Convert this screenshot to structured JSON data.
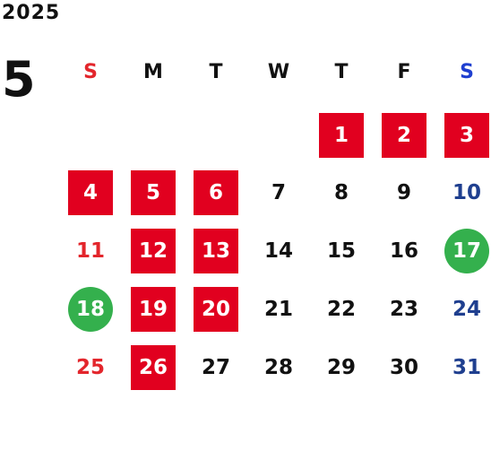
{
  "calendar": {
    "year": "2025",
    "month": "5",
    "weekdays": [
      "S",
      "M",
      "T",
      "W",
      "T",
      "F",
      "S"
    ],
    "weekday_colors": [
      "#e3262c",
      "#111111",
      "#111111",
      "#111111",
      "#111111",
      "#111111",
      "#1f3fd0"
    ],
    "weeks": [
      [
        null,
        null,
        null,
        null,
        {
          "day": "1",
          "style": "holiday"
        },
        {
          "day": "2",
          "style": "holiday"
        },
        {
          "day": "3",
          "style": "holiday"
        }
      ],
      [
        {
          "day": "4",
          "style": "holiday"
        },
        {
          "day": "5",
          "style": "holiday"
        },
        {
          "day": "6",
          "style": "holiday"
        },
        {
          "day": "7",
          "style": "weekday"
        },
        {
          "day": "8",
          "style": "weekday"
        },
        {
          "day": "9",
          "style": "weekday"
        },
        {
          "day": "10",
          "style": "saturday"
        }
      ],
      [
        {
          "day": "11",
          "style": "sunday"
        },
        {
          "day": "12",
          "style": "holiday"
        },
        {
          "day": "13",
          "style": "holiday"
        },
        {
          "day": "14",
          "style": "weekday"
        },
        {
          "day": "15",
          "style": "weekday"
        },
        {
          "day": "16",
          "style": "weekday"
        },
        {
          "day": "17",
          "style": "event"
        }
      ],
      [
        {
          "day": "18",
          "style": "event"
        },
        {
          "day": "19",
          "style": "holiday"
        },
        {
          "day": "20",
          "style": "holiday"
        },
        {
          "day": "21",
          "style": "weekday"
        },
        {
          "day": "22",
          "style": "weekday"
        },
        {
          "day": "23",
          "style": "weekday"
        },
        {
          "day": "24",
          "style": "saturday"
        }
      ],
      [
        {
          "day": "25",
          "style": "sunday"
        },
        {
          "day": "26",
          "style": "holiday"
        },
        {
          "day": "27",
          "style": "weekday"
        },
        {
          "day": "28",
          "style": "weekday"
        },
        {
          "day": "29",
          "style": "weekday"
        },
        {
          "day": "30",
          "style": "weekday"
        },
        {
          "day": "31",
          "style": "saturday"
        }
      ]
    ],
    "colors": {
      "holiday_bg": "#e1001f",
      "event_bg": "#34b04d",
      "sunday_text": "#e3262c",
      "saturday_text": "#1f3f8f",
      "default_text": "#111111"
    }
  }
}
